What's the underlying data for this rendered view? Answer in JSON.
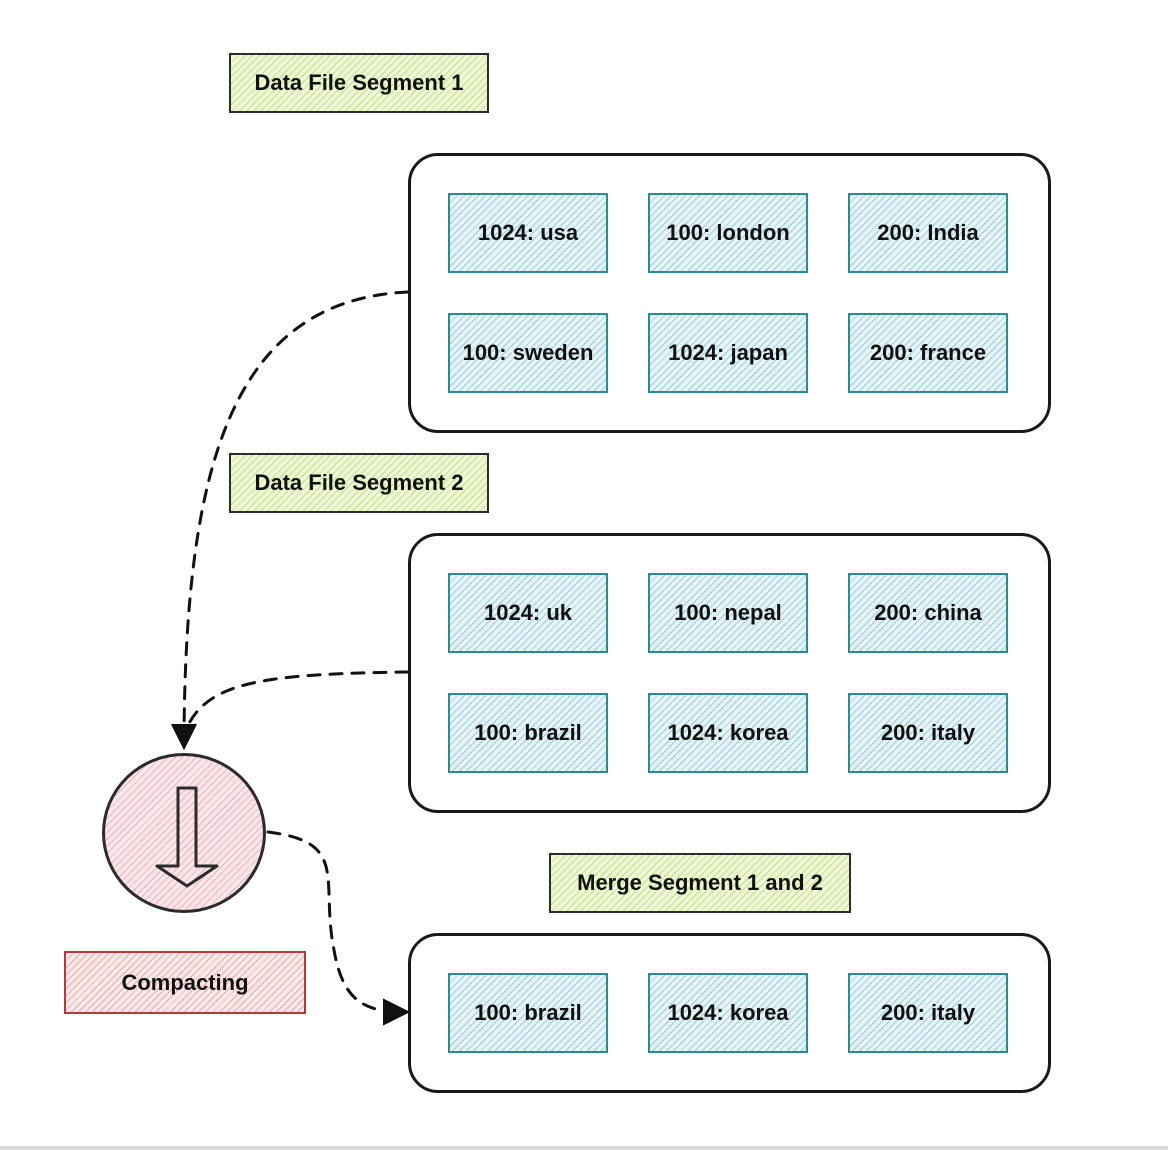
{
  "labels": {
    "segment1": "Data File Segment 1",
    "segment2": "Data File Segment 2",
    "merged": "Merge Segment 1 and 2",
    "compacting": "Compacting"
  },
  "segment1": {
    "cells": [
      "1024: usa",
      "100: london",
      "200: India",
      "100: sweden",
      "1024: japan",
      "200: france"
    ]
  },
  "segment2": {
    "cells": [
      "1024: uk",
      "100: nepal",
      "200: china",
      "100: brazil",
      "1024: korea",
      "200: italy"
    ]
  },
  "merged": {
    "cells": [
      "100: brazil",
      "1024: korea",
      "200: italy"
    ]
  },
  "icons": {
    "compactor": "down-arrow-icon"
  },
  "colors": {
    "cell_border": "#2b8a93",
    "cell_fill": "#e6f4f7",
    "title_fill": "#eef7d6",
    "compacting_border": "#b33b3b",
    "compactor_fill": "#fbe6ea"
  }
}
